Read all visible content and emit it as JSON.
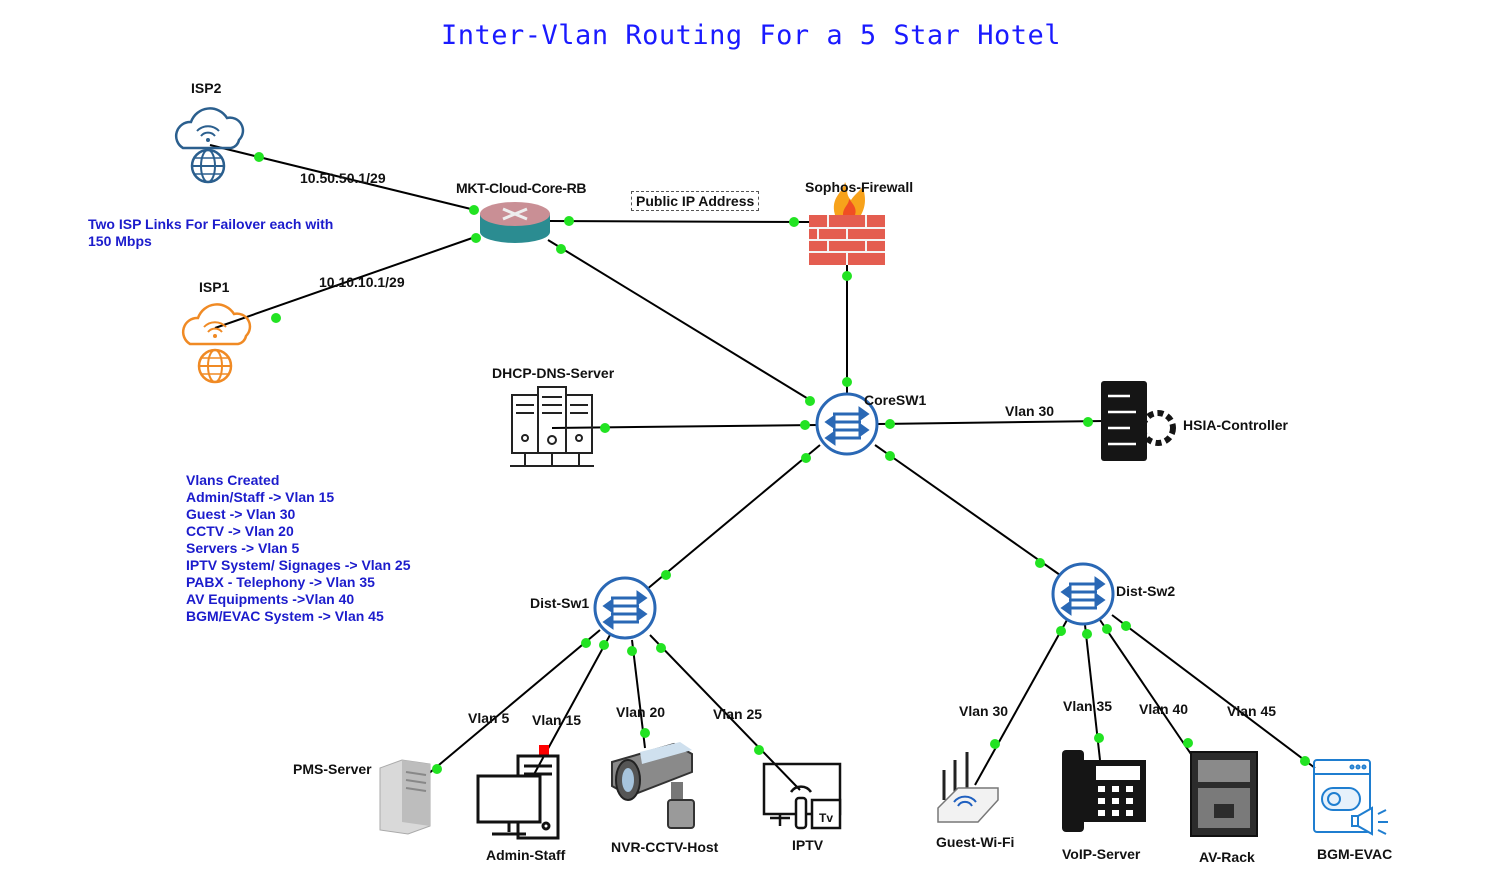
{
  "title": "Inter-Vlan Routing For a 5 Star Hotel",
  "nodes": {
    "isp2": "ISP2",
    "isp1": "ISP1",
    "router": "MKT-Cloud-Core-RB",
    "firewall": "Sophos-Firewall",
    "dhcp": "DHCP-DNS-Server",
    "coresw": "CoreSW1",
    "hsia": "HSIA-Controller",
    "dist1": "Dist-Sw1",
    "dist2": "Dist-Sw2",
    "pms": "PMS-Server",
    "admin": "Admin-Staff",
    "nvr": "NVR-CCTV-Host",
    "iptv": "IPTV",
    "guestwifi": "Guest-Wi-Fi",
    "voip": "VoIP-Server",
    "avrack": "AV-Rack",
    "bgm": "BGM-EVAC"
  },
  "link_labels": {
    "isp2_ip": "10.50.50.1/29",
    "isp1_ip": "10.10.10.1/29",
    "public_ip": "Public IP Address",
    "hsia_vlan": "Vlan 30",
    "pms_vlan": "Vlan 5",
    "admin_vlan": "Vlan 15",
    "nvr_vlan": "Vlan 20",
    "iptv_vlan": "Vlan 25",
    "wifi_vlan": "Vlan 30",
    "voip_vlan": "Vlan 35",
    "av_vlan": "Vlan 40",
    "bgm_vlan": "Vlan 45"
  },
  "isp_note": [
    "Two ISP Links For Failover each with",
    "150 Mbps"
  ],
  "vlans_note": [
    "Vlans Created",
    "Admin/Staff -> Vlan 15",
    "Guest -> Vlan 30",
    "CCTV -> Vlan 20",
    "Servers -> Vlan 5",
    "IPTV System/ Signages -> Vlan 25",
    "PABX - Telephony -> Vlan 35",
    "AV Equipments ->Vlan 40",
    "BGM/EVAC System -> Vlan 45"
  ],
  "colors": {
    "title": "#1a1aff",
    "note_text": "#1c1ccc",
    "link_dot": "#22e322",
    "switch": "#2a68b5",
    "isp2_icon": "#2b5f8e",
    "isp1_icon": "#f08a24"
  }
}
